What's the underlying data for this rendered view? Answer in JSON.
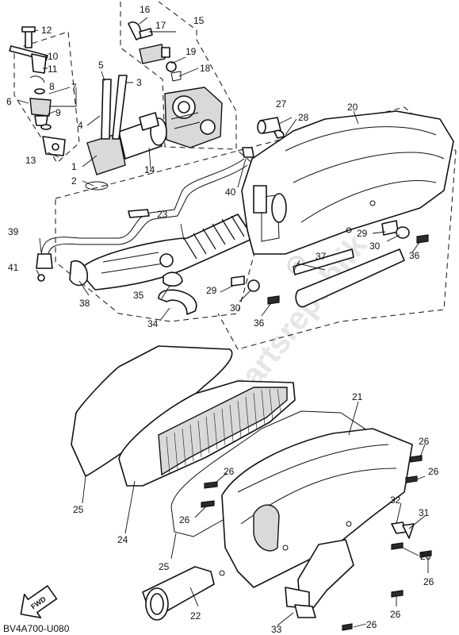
{
  "diagram": {
    "catalog_code": "BV4A700-U080",
    "watermark": "Partsrepublik",
    "fwd_label": "FWD",
    "callouts": {
      "c1": "1",
      "c2": "2",
      "c3": "3",
      "c4": "4",
      "c5": "5",
      "c6": "6",
      "c7": "7",
      "c8": "8",
      "c9": "9",
      "c10": "10",
      "c11": "11",
      "c12": "12",
      "c13": "13",
      "c14": "14",
      "c15": "15",
      "c16": "16",
      "c17": "17",
      "c18": "18",
      "c19": "19",
      "c20": "20",
      "c21": "21",
      "c22": "22",
      "c23": "23",
      "c24": "24",
      "c25a": "25",
      "c25b": "25",
      "c26a": "26",
      "c26b": "26",
      "c26c": "26",
      "c26d": "26",
      "c26e": "26",
      "c26f": "26",
      "c26g": "26",
      "c26h": "26",
      "c27": "27",
      "c28": "28",
      "c29a": "29",
      "c29b": "29",
      "c30a": "30",
      "c30b": "30",
      "c31": "31",
      "c32": "32",
      "c33": "33",
      "c34": "34",
      "c35": "35",
      "c36a": "36",
      "c36b": "36",
      "c37": "37",
      "c38": "38",
      "c39": "39",
      "c40": "40",
      "c41": "41"
    }
  }
}
